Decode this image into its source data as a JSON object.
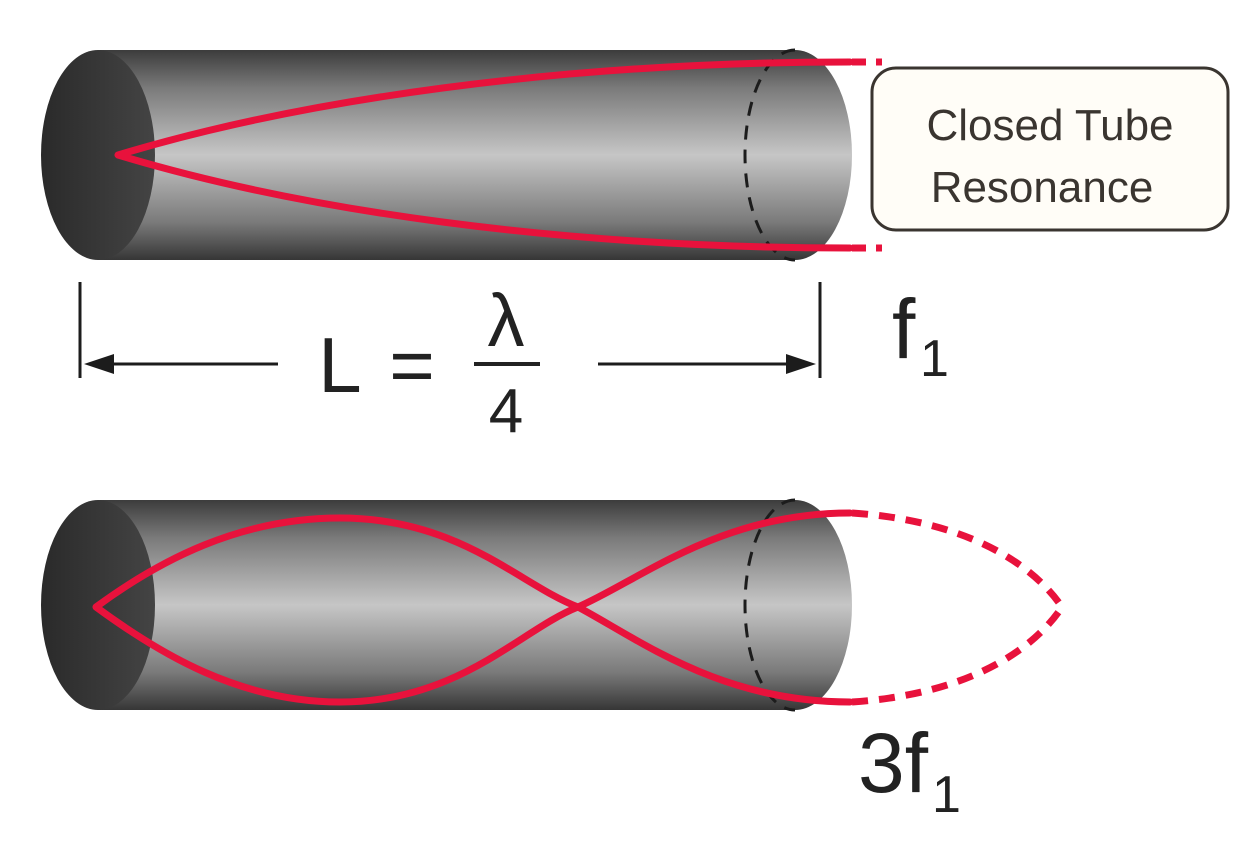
{
  "title_box": {
    "line1": "Closed Tube",
    "line2": "Resonance"
  },
  "top_tube": {
    "equation": {
      "lhs": "L",
      "eq": "=",
      "numerator": "λ",
      "denominator": "4"
    },
    "harmonic": {
      "base": "f",
      "sub": "1"
    }
  },
  "bottom_tube": {
    "harmonic": {
      "base": "3f",
      "sub": "1"
    }
  },
  "colors": {
    "wave": "#e8123c",
    "tube_dark": "#3a3a3a",
    "tube_light": "#c4c4c4",
    "box_border": "#3a3530",
    "box_fill": "#fffdf7",
    "text": "#222222"
  }
}
